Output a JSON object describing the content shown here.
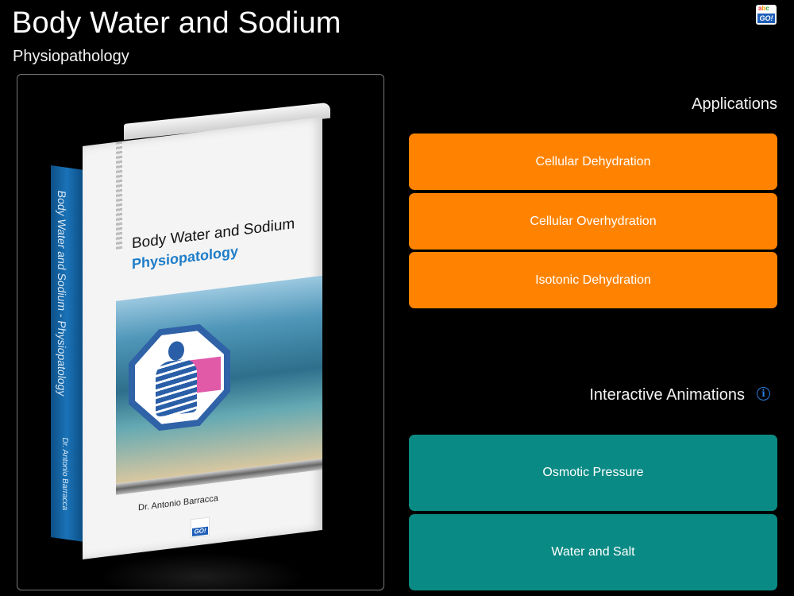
{
  "header": {
    "title": "Body Water and Sodium",
    "subtitle": "Physiopathology",
    "logo_abc": "abc",
    "logo_go": "GO!"
  },
  "cover": {
    "book_title": "Body Water and Sodium",
    "book_subtitle": "Physiopatology",
    "spine_text": "Body Water and Sodium - Physiopatology",
    "spine_author": "Dr. Antonio Barracca",
    "author": "Dr. Antonio Barracca",
    "logo_go": "GO!"
  },
  "applications": {
    "heading": "Applications",
    "items": [
      {
        "label": "Cellular Dehydration"
      },
      {
        "label": "Cellular Overhydration"
      },
      {
        "label": "Isotonic Dehydration"
      }
    ]
  },
  "animations": {
    "heading": "Interactive Animations",
    "info_icon": "info-icon",
    "items": [
      {
        "label": "Osmotic Pressure"
      },
      {
        "label": "Water and Salt"
      }
    ]
  },
  "colors": {
    "background": "#000000",
    "applications_button": "#ff8300",
    "animations_button": "#0a8a84",
    "info_accent": "#2a7de1"
  }
}
